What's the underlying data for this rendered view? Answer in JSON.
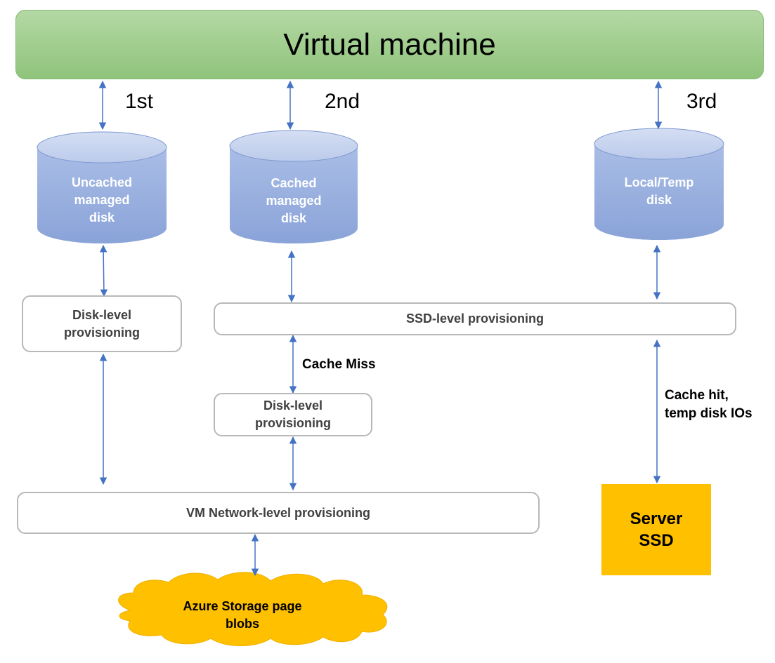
{
  "title": "Virtual machine",
  "order_labels": {
    "first": "1st",
    "second": "2nd",
    "third": "3rd"
  },
  "disks": {
    "uncached": "Uncached\nmanaged\ndisk",
    "cached": "Cached\nmanaged\ndisk",
    "local": "Local/Temp\ndisk"
  },
  "boxes": {
    "disk_level_left": "Disk-level\nprovisioning",
    "ssd_level": "SSD-level provisioning",
    "disk_level_middle": "Disk-level\nprovisioning",
    "vm_network": "VM Network-level provisioning"
  },
  "edge_labels": {
    "cache_miss": "Cache Miss",
    "cache_hit": "Cache hit,\ntemp disk IOs"
  },
  "server_ssd": "Server\nSSD",
  "storage": "Azure Storage page\nblobs",
  "colors": {
    "vm_fill": "#a9d18e",
    "disk_fill": "#8faadc",
    "arrow": "#4472c4",
    "ssd_fill": "#ffc000",
    "cloud_fill": "#ffc000",
    "box_border": "#bfbfbf"
  }
}
